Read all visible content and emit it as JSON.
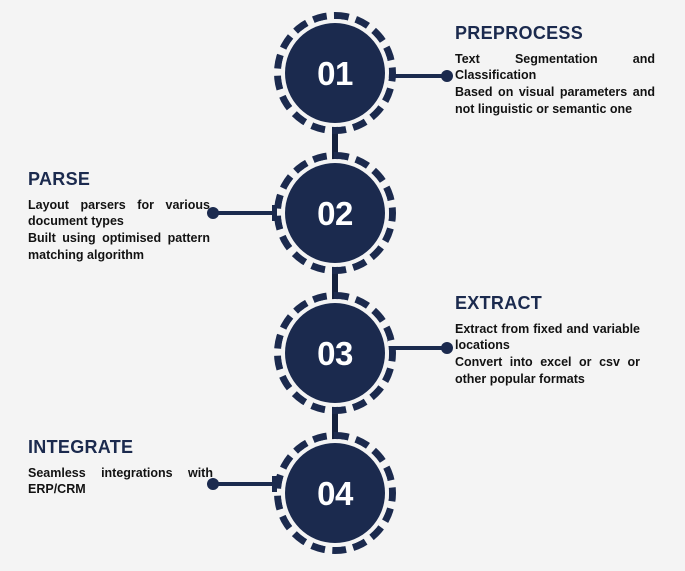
{
  "diagram": {
    "background_color": "#f4f4f4",
    "accent_color": "#1b2a4e",
    "text_color": "#121212",
    "steps": [
      {
        "number": "01",
        "heading": "PREPROCESS",
        "side": "right",
        "body_lines": [
          "Text Segmentation and Classification",
          "Based on visual parameters and not linguistic or semantic one"
        ]
      },
      {
        "number": "02",
        "heading": "PARSE",
        "side": "left",
        "body_lines": [
          "Layout parsers for various document types",
          "Built using optimised pattern matching algorithm"
        ]
      },
      {
        "number": "03",
        "heading": "EXTRACT",
        "side": "right",
        "body_lines": [
          "Extract from fixed and variable locations",
          "Convert into excel or csv or other popular formats"
        ]
      },
      {
        "number": "04",
        "heading": "INTEGRATE",
        "side": "left",
        "body_lines": [
          "Seamless integrations with ERP/CRM"
        ]
      }
    ]
  }
}
